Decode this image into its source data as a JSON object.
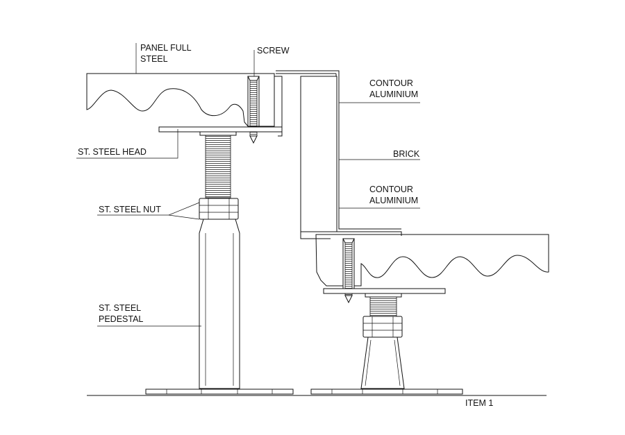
{
  "labels": {
    "panel_full_steel_1": "PANEL FULL",
    "panel_full_steel_2": "STEEL",
    "screw": "SCREW",
    "contour_aluminium_top_1": "CONTOUR",
    "contour_aluminium_top_2": "ALUMINIUM",
    "brick": "BRICK",
    "contour_aluminium_bottom_1": "CONTOUR",
    "contour_aluminium_bottom_2": "ALUMINIUM",
    "steel_head": "ST. STEEL HEAD",
    "steel_nut": "ST. STEEL NUT",
    "steel_pedestal_1": "ST. STEEL",
    "steel_pedestal_2": "PEDESTAL",
    "item": "ITEM 1"
  }
}
